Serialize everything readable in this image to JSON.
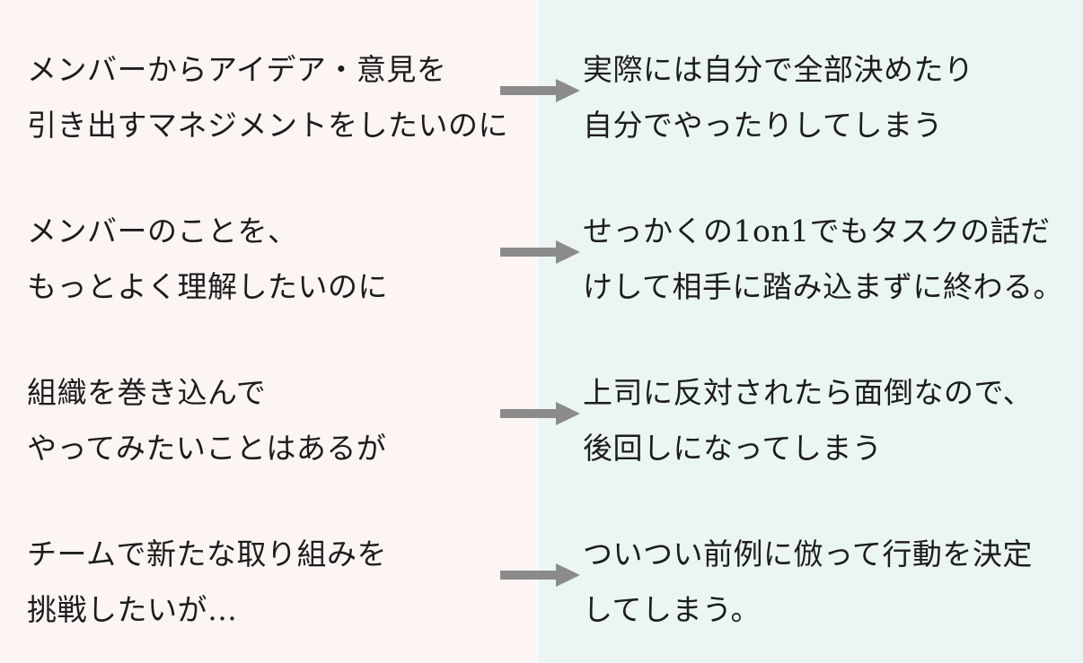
{
  "theme": {
    "left_bg": "#fdf5f4",
    "right_bg": "#ebf5f3",
    "divider": "#f8fbfa",
    "arrow_color": "#8b8b8b",
    "text_color": "#1c1c1c"
  },
  "rows": [
    {
      "wish_line1": "メンバーからアイデア・意見を",
      "wish_line2": "引き出すマネジメントをしたいのに",
      "reality_line1": "実際には自分で全部決めたり",
      "reality_line2": "自分でやったりしてしまう"
    },
    {
      "wish_line1": "メンバーのことを、",
      "wish_line2": "もっとよく理解したいのに",
      "reality_line1": "せっかくの1on1でもタスクの話だ",
      "reality_line2": "けして相手に踏み込まずに終わる。"
    },
    {
      "wish_line1": "組織を巻き込んで",
      "wish_line2": "やってみたいことはあるが",
      "reality_line1": "上司に反対されたら面倒なので、",
      "reality_line2": "後回しになってしまう"
    },
    {
      "wish_line1": "チームで新たな取り組みを",
      "wish_line2": "挑戦したいが…",
      "reality_line1": "ついつい前例に倣って行動を決定",
      "reality_line2": "してしまう。"
    }
  ]
}
